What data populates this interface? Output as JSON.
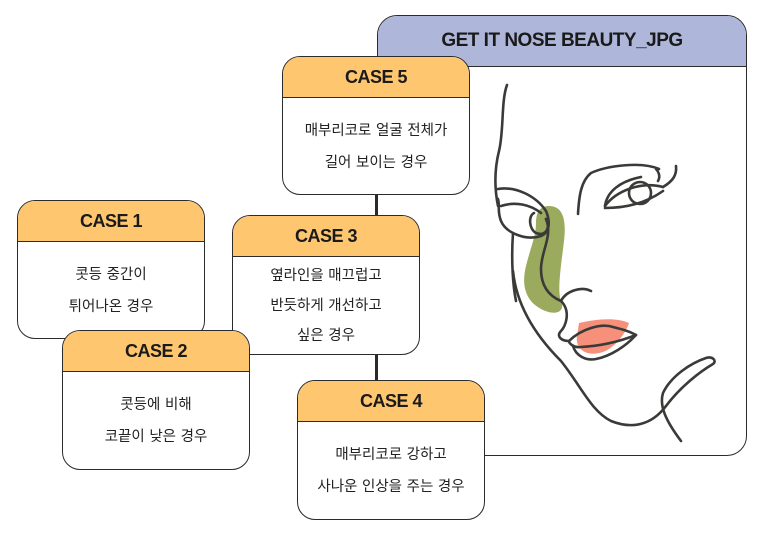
{
  "panel": {
    "title": "GET IT NOSE BEAUTY_JPG",
    "header_color": "#aeb7d9",
    "illustration": "face-line-art-icon",
    "accent_colors": {
      "nose_highlight": "#9aab5e",
      "lip_highlight": "#f6907a"
    }
  },
  "case_header_color": "#fec66f",
  "cases": [
    {
      "label": "CASE 1",
      "lines": [
        "콧등 중간이",
        "튀어나온 경우"
      ]
    },
    {
      "label": "CASE 2",
      "lines": [
        "콧등에 비해",
        "코끝이 낮은 경우"
      ]
    },
    {
      "label": "CASE 3",
      "lines": [
        "옆라인을 매끄럽고",
        "반듯하게 개선하고",
        "싶은 경우"
      ]
    },
    {
      "label": "CASE 4",
      "lines": [
        "매부리코로 강하고",
        "사나운 인상을 주는 경우"
      ]
    },
    {
      "label": "CASE 5",
      "lines": [
        "매부리코로 얼굴 전체가",
        "길어 보이는 경우"
      ]
    }
  ]
}
